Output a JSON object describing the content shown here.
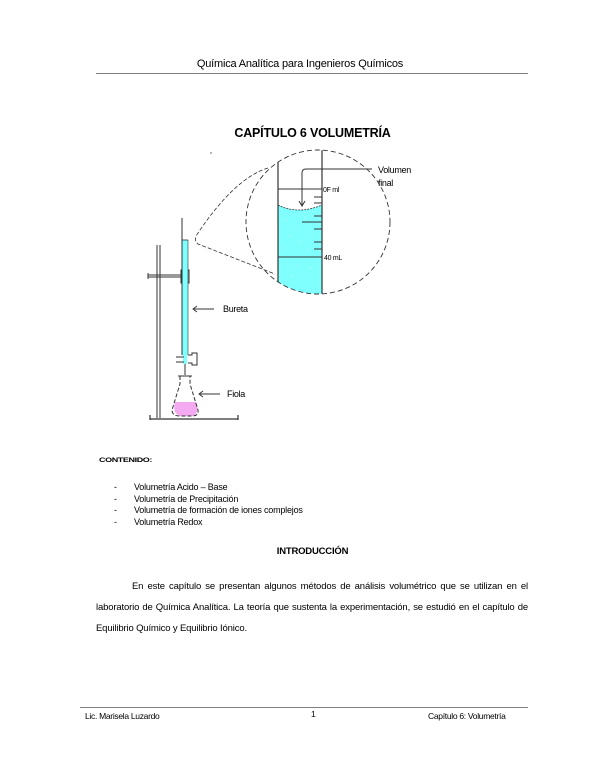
{
  "header": {
    "running_title": "Química Analítica para Ingenieros Químicos"
  },
  "chapter": {
    "title": "CAPÍTULO 6  VOLUMETRÍA"
  },
  "figure": {
    "labels": {
      "volumen_final_line1": "Volumen",
      "volumen_final_line2": "final",
      "upper_mark": "0F ml",
      "lower_mark": "40 mL",
      "bureta": "Bureta",
      "fiola": "Fiola"
    },
    "colors": {
      "titrant": "#80ffff",
      "flask_solution": "#f4aaf0",
      "lines": "#333333"
    }
  },
  "contents": {
    "heading": "CONTENIDO:",
    "items": [
      {
        "bullet": "-",
        "label": "Volumetría Acido – Base"
      },
      {
        "bullet": "-",
        "label": "Volumetría de Precipitación"
      },
      {
        "bullet": "-",
        "label": "Volumetría de formación de iones complejos"
      },
      {
        "bullet": "-",
        "label": "Volumetría Redox"
      }
    ]
  },
  "introduction": {
    "heading": "INTRODUCCIÓN",
    "paragraph": "En este capítulo se presentan algunos métodos de análisis volumétrico que se utilizan en el laboratorio de Química Analítica.   La teoría que sustenta  la experimentación, se estudió en el capítulo de Equilibrio Químico y Equilibrio Iónico."
  },
  "footer": {
    "author": "Lic. Marisela Luzardo",
    "page_number": "1",
    "chapter_label": "Capítulo 6: Volumetría"
  }
}
